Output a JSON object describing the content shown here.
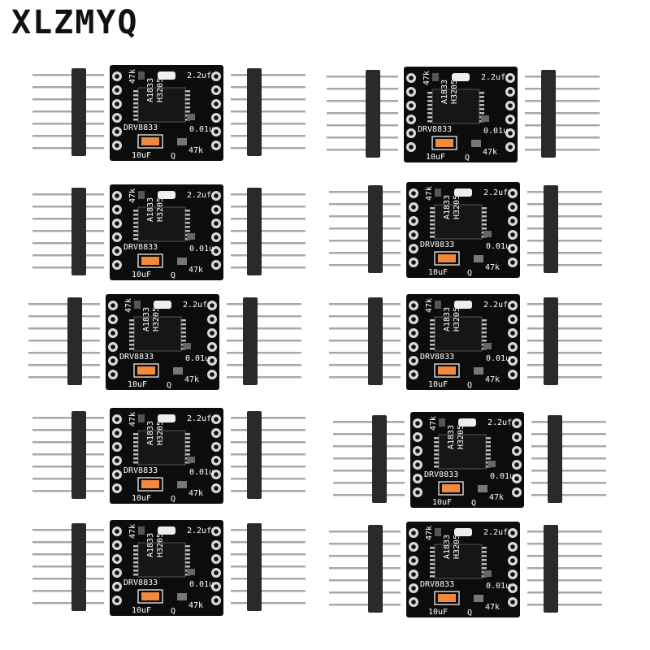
{
  "brand": "XLZMYQ",
  "board": {
    "chip_label": "DRV8833",
    "res_label": "47k",
    "cap_top_label": "2.2uf",
    "cap_small_label": "0.01u",
    "cap_big_label": "10uF",
    "q_label": "Q",
    "chip_marking_1": "A1833",
    "chip_marking_2": "H3205"
  },
  "colors": {
    "pcb": "#0c0c0c",
    "pad": "#d9d9d9",
    "capacitor": "#f28a3c",
    "header": "#2a2a2a",
    "pin": "#a8a8a8"
  },
  "module_count": 10
}
